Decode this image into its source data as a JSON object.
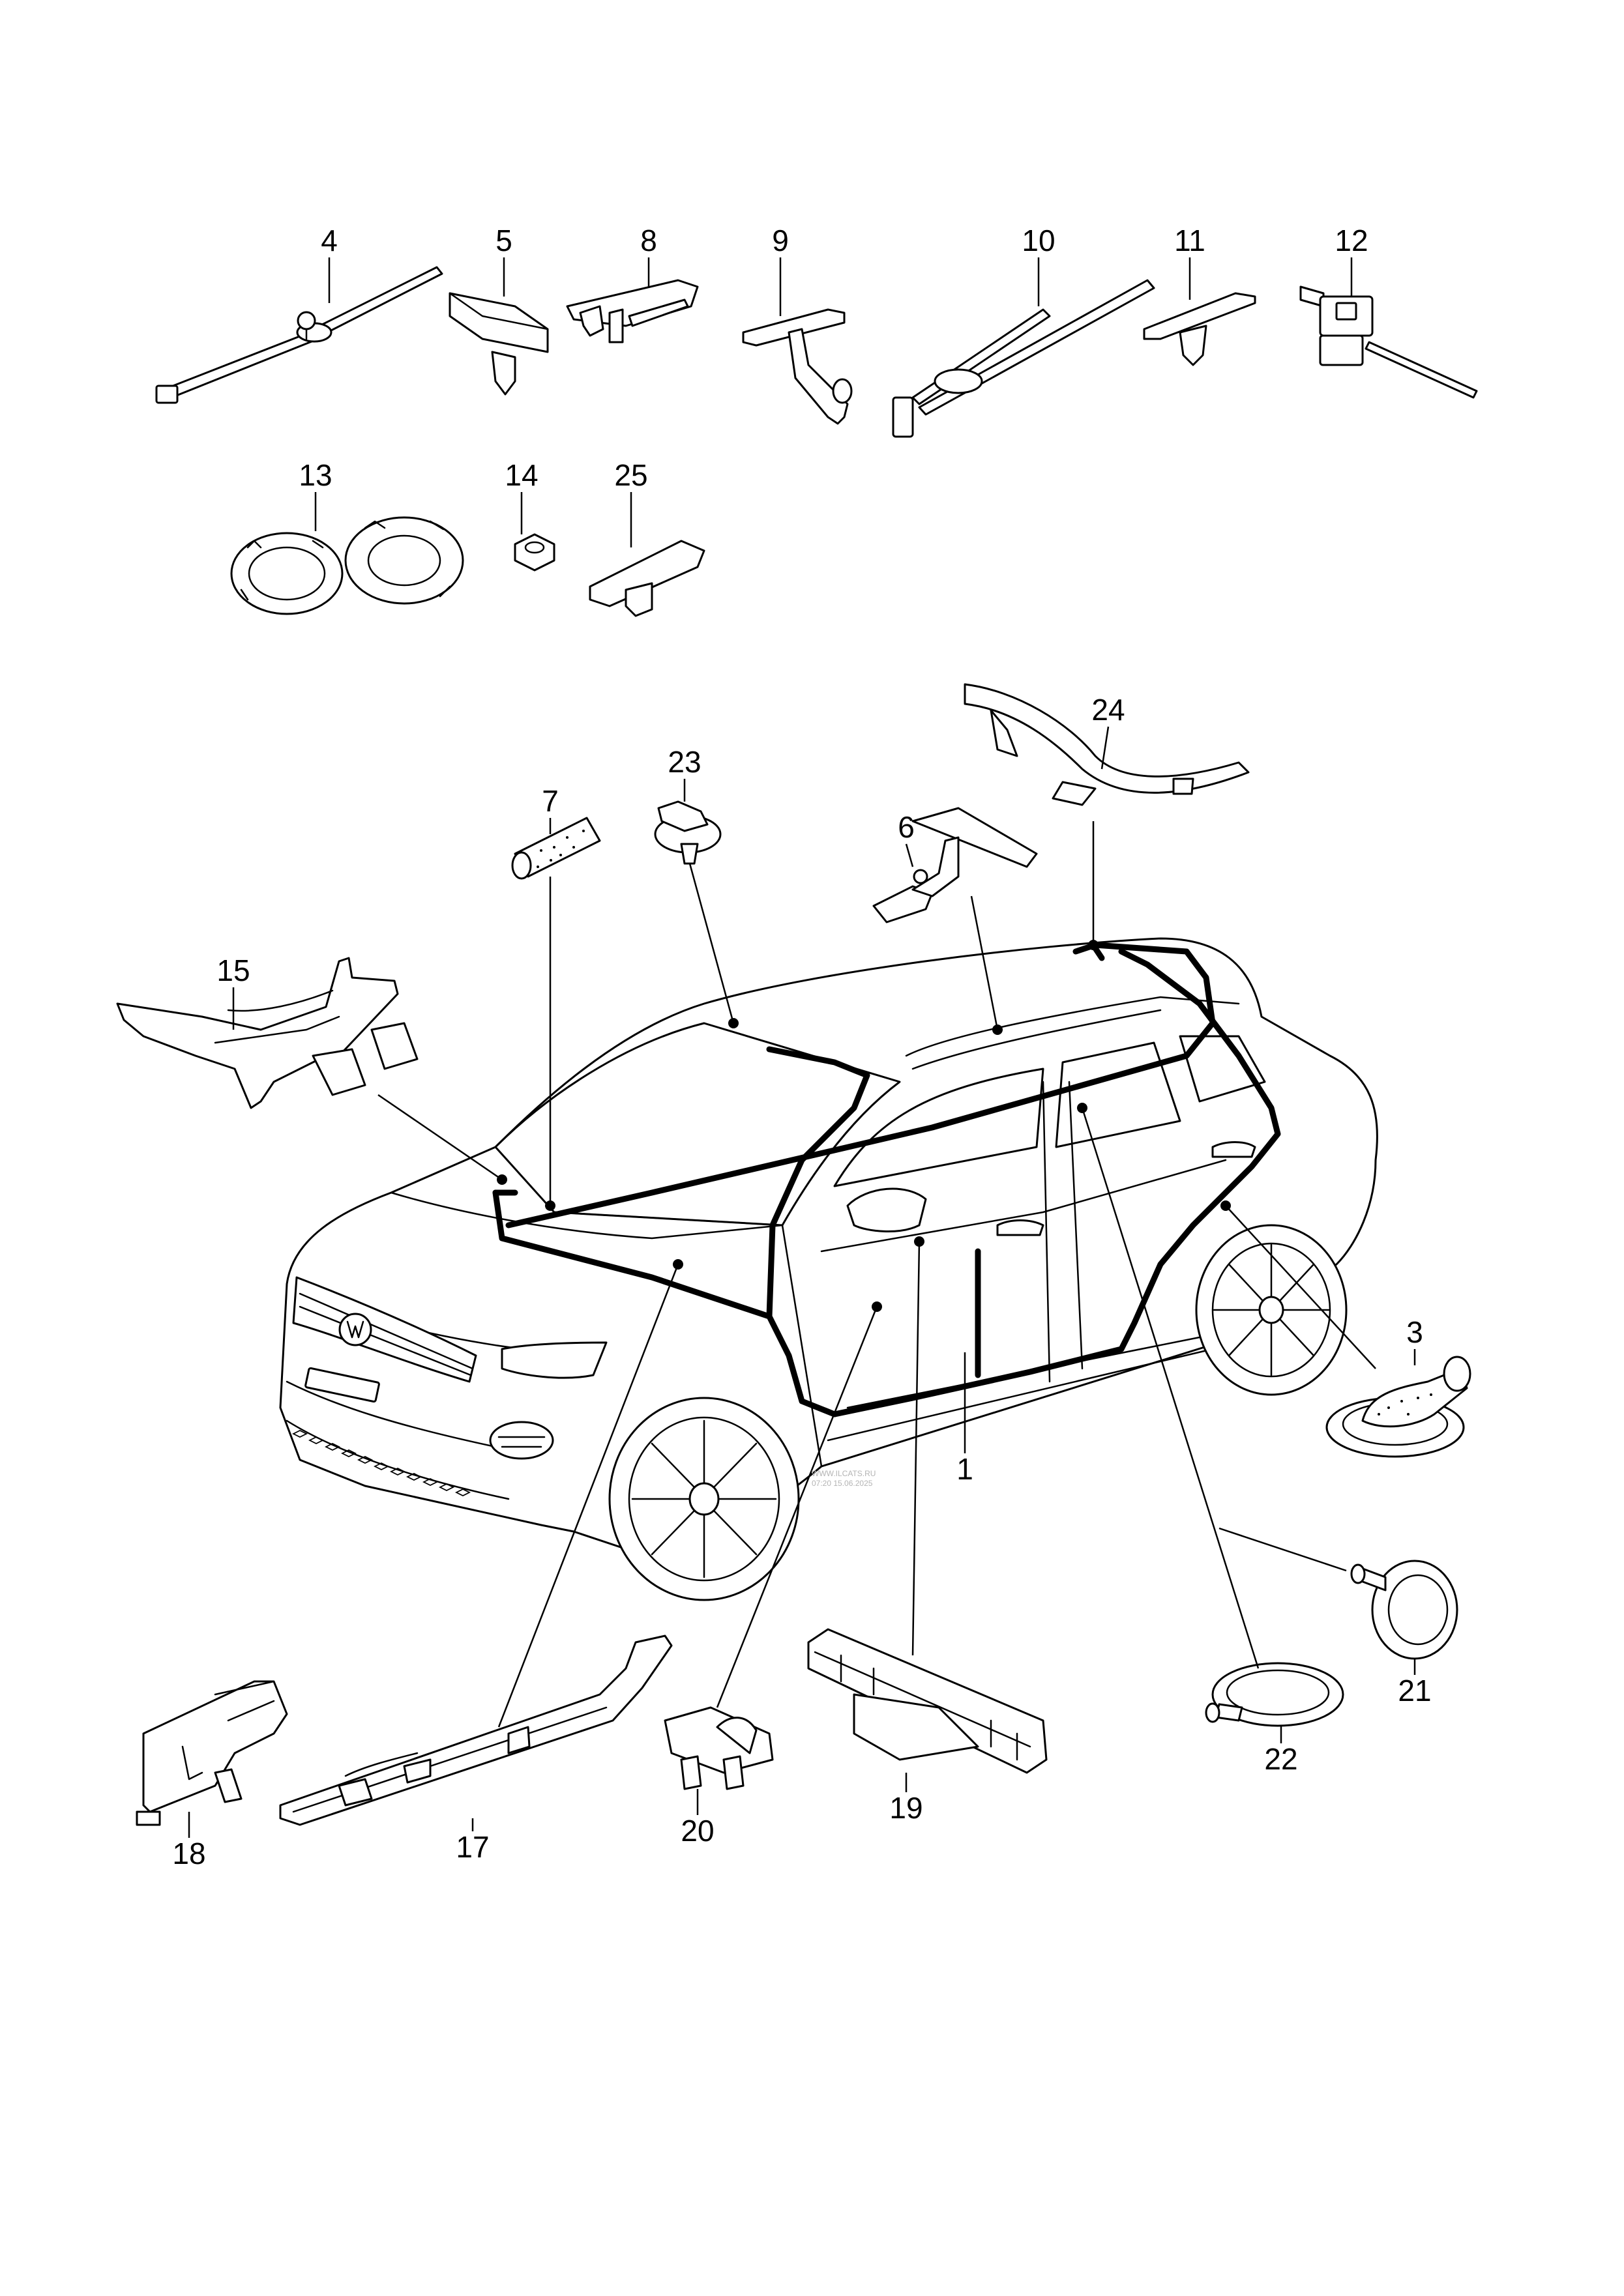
{
  "diagram": {
    "callouts": [
      "1",
      "3",
      "4",
      "5",
      "6",
      "7",
      "8",
      "9",
      "10",
      "11",
      "12",
      "13",
      "14",
      "15",
      "17",
      "18",
      "19",
      "20",
      "21",
      "22",
      "23",
      "24",
      "25"
    ],
    "watermark": [
      "WWW.ILCATS.RU",
      "07:20 15.06.2025"
    ]
  }
}
